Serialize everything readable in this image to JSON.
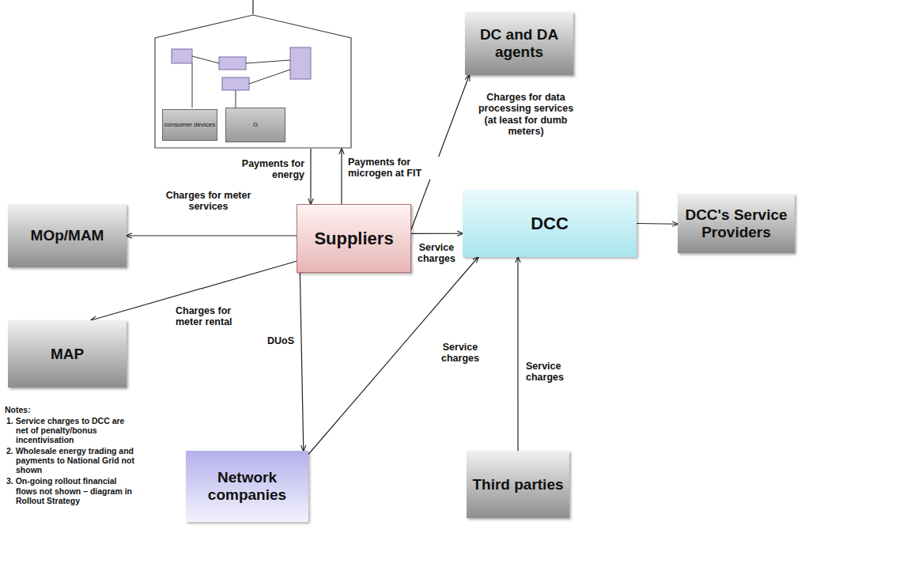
{
  "diagram": {
    "nodes": [
      {
        "text": []
      },
      {
        "text": [
          "consumer devices"
        ],
        "in": 0
      },
      {
        "text": [
          "G"
        ],
        "in": 0
      },
      {
        "text": [
          "DC and DA agents"
        ]
      },
      {
        "text": [
          "MOp/MAM"
        ]
      },
      {
        "text": [
          "Suppliers"
        ]
      },
      {
        "text": [
          "DCC"
        ]
      },
      {
        "text": [
          "DCC's Service Providers"
        ]
      },
      {
        "text": [
          "MAP"
        ]
      },
      {
        "text": [
          "Network companies"
        ]
      },
      {
        "text": [
          "Third parties"
        ]
      }
    ],
    "edges": [
      {
        "from": 0,
        "to": 5,
        "label": "Payments for energy",
        "arrow": "to"
      },
      {
        "from": 5,
        "to": 0,
        "label": "Payments for microgen at FIT",
        "arrow": "to"
      },
      {
        "from": 5,
        "to": 3,
        "label": "Charges for data processing services (at least for dumb meters)",
        "arrow": "to"
      },
      {
        "from": 5,
        "to": 4,
        "label": "Charges for meter services",
        "arrow": "to"
      },
      {
        "from": 5,
        "to": 6,
        "label": "Service charges",
        "arrow": "to"
      },
      {
        "from": 6,
        "to": 7,
        "arrow": "to"
      },
      {
        "from": 5,
        "to": 8,
        "label": "Charges for meter rental",
        "arrow": "to"
      },
      {
        "from": 5,
        "to": 9,
        "label": "DUoS",
        "arrow": "to"
      },
      {
        "from": 9,
        "to": 6,
        "label": "Service charges",
        "arrow": "to"
      },
      {
        "from": 10,
        "to": 6,
        "label": "Service charges",
        "arrow": "to"
      }
    ],
    "labels": [
      "Notes:",
      "1. Service charges to DCC are net of penalty/bonus incentivisation",
      "2. Wholesale energy trading and payments to National Grid not shown",
      "3. On-going rollout financial flows not shown – diagram in Rollout Strategy"
    ]
  }
}
